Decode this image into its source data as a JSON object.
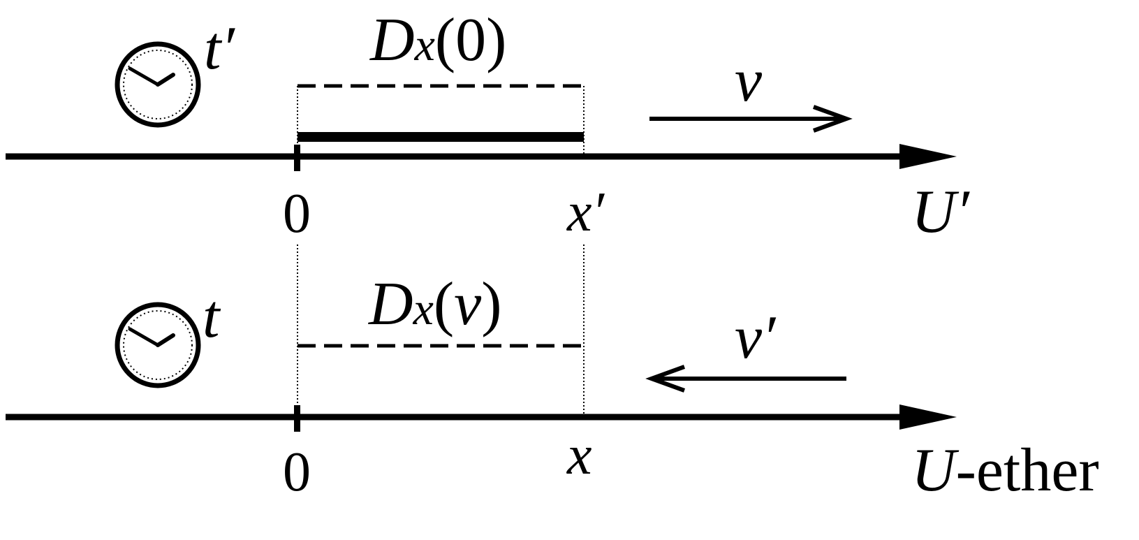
{
  "colors": {
    "ink": "#000000",
    "background": "#ffffff"
  },
  "icons": {
    "clock": "clock-icon",
    "arrow": "arrow-icon"
  },
  "moving_frame": {
    "clock_label": "t′",
    "length_label_symbol": "D",
    "length_label_subscript": "x",
    "length_label_arg": "(0)",
    "velocity_label": "v",
    "origin_tick_label": "0",
    "position_tick_label": "x′",
    "axis_label": "U′"
  },
  "ether_frame": {
    "clock_label": "t",
    "length_label_symbol": "D",
    "length_label_subscript": "x",
    "length_label_arg_open": "(",
    "length_label_arg_var": "v",
    "length_label_arg_close": ")",
    "velocity_label": "v′",
    "origin_tick_label": "0",
    "position_tick_label": "x",
    "axis_label_var": "U",
    "axis_label_suffix": "-ether"
  }
}
